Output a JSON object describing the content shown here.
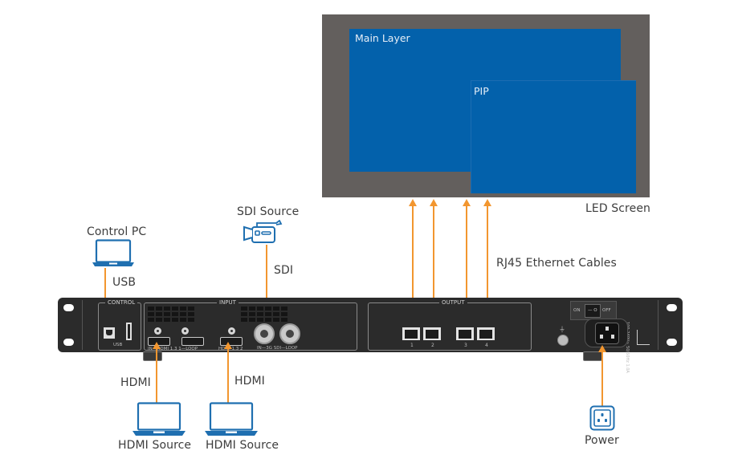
{
  "led_screen": {
    "label": "LED Screen",
    "main_layer_label": "Main Layer",
    "pip_label": "PIP",
    "colors": {
      "frame": "#635f5d",
      "layer": "#0361ab"
    }
  },
  "device": {
    "control_panel_title": "CONTROL",
    "usb_label": "USB",
    "input_panel_title": "INPUT",
    "hdmi1_label": "IN—HDMI 1.3 1—LOOP",
    "hdmi2_label": "HDMI 1.3 2",
    "sdi_label": "IN—3G SDI—LOOP",
    "output_panel_title": "OUTPUT",
    "output_ports": [
      "1",
      "2",
      "3",
      "4"
    ],
    "power_switch": {
      "on_label": "ON",
      "off_label": "OFF"
    },
    "power_rating": "100-240V~ 50/60Hz 1.0A"
  },
  "connections": {
    "control_pc": {
      "label": "Control PC",
      "cable": "USB",
      "icon": "laptop-icon"
    },
    "sdi_source": {
      "label": "SDI Source",
      "cable": "SDI",
      "icon": "video-camera-icon"
    },
    "hdmi_source_1": {
      "label": "HDMI Source",
      "cable": "HDMI",
      "icon": "laptop-icon"
    },
    "hdmi_source_2": {
      "label": "HDMI Source",
      "cable": "HDMI",
      "icon": "laptop-icon"
    },
    "ethernet": {
      "label": "RJ45 Ethernet Cables",
      "count": 4
    },
    "power": {
      "label": "Power",
      "icon": "power-outlet-icon"
    }
  },
  "colors": {
    "cable": "#f2962f",
    "icon": "#1f6fb0",
    "text": "#3d3d3d"
  }
}
